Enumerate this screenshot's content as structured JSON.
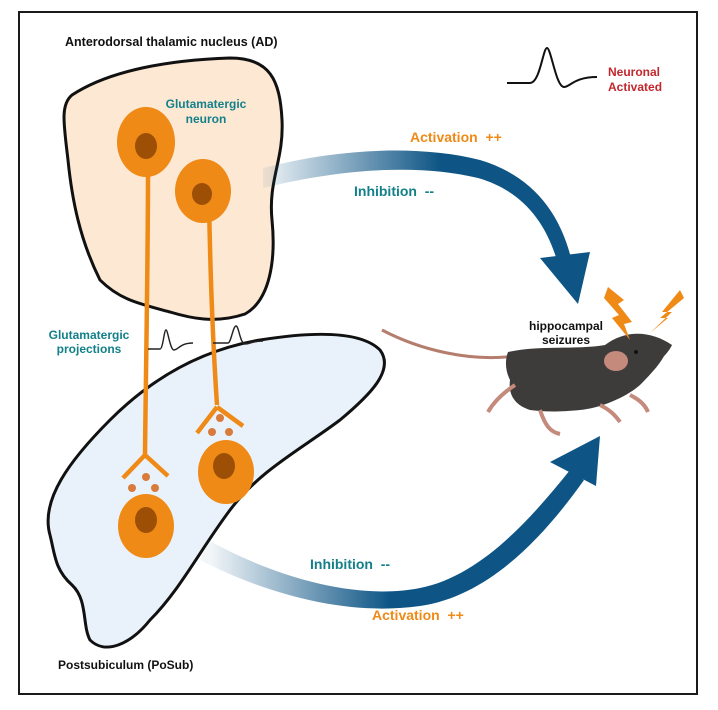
{
  "regions": {
    "ad_title": "Anterodorsal thalamic nucleus (AD)",
    "posub_title": "Postsubiculum (PoSub)"
  },
  "labels": {
    "glut_neuron_line1": "Glutamatergic",
    "glut_neuron_line2": "neuron",
    "glut_proj_line1": "Glutamatergic",
    "glut_proj_line2": "projections",
    "seizure_line1": "hippocampal",
    "seizure_line2": "seizures"
  },
  "legend": {
    "line1": "Neuronal",
    "line2": "Activated",
    "icon": "action-potential-spike-icon"
  },
  "top_arrow": {
    "activation": "Activation  ++",
    "inhibition": "Inhibition  --"
  },
  "bottom_arrow": {
    "inhibition": "Inhibition  --",
    "activation": "Activation  ++"
  },
  "colors": {
    "ad_fill": "#fde9d3",
    "posub_fill": "#e9f2fb",
    "neuron": "#ef8a17",
    "nucleus": "#9c4f05",
    "vesicle": "#d97b3a",
    "arrow": "#0e5585",
    "teal_text": "#13808a",
    "orange_text": "#ef8a17",
    "red_text": "#c2272d"
  }
}
